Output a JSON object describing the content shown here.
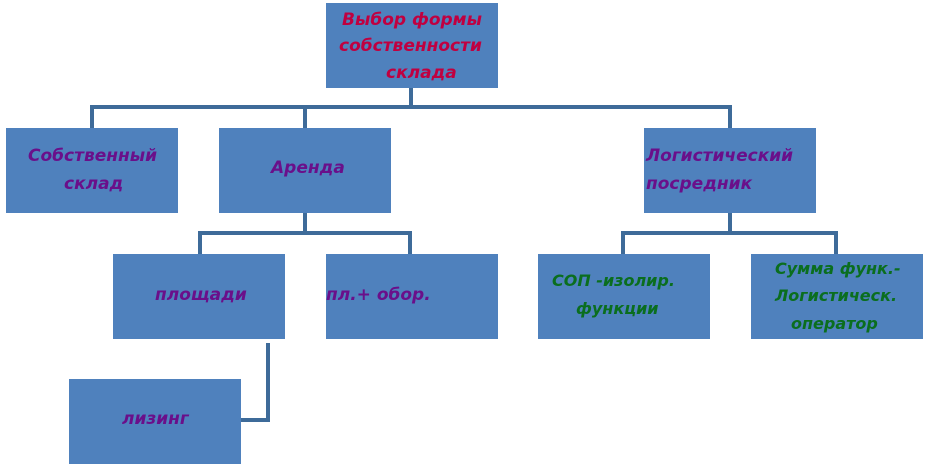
{
  "colors": {
    "box_fill": "#4f81bd",
    "connector": "#3e6b99",
    "root_text": "#c00040",
    "branch_text": "#6a0f8a",
    "logistics_text": "#0a6e1e"
  },
  "nodes": {
    "root": {
      "lines": [
        "Выбор формы",
        "собственности",
        "склада"
      ]
    },
    "own_warehouse": {
      "lines": [
        "Собственный",
        "склад"
      ]
    },
    "rent": {
      "lines": [
        "Аренда"
      ]
    },
    "logistics_intermediary": {
      "lines": [
        "Логистический",
        "посредник"
      ]
    },
    "areas": {
      "lines": [
        "площади"
      ]
    },
    "areas_equipment": {
      "lines": [
        "пл.+ обор."
      ]
    },
    "sop": {
      "lines": [
        "СОП -изолир.",
        "функции"
      ]
    },
    "sum_functions": {
      "lines": [
        "Сумма функ.-",
        "Логистическ.",
        "оператор"
      ]
    },
    "leasing": {
      "lines": [
        "лизинг"
      ]
    }
  }
}
